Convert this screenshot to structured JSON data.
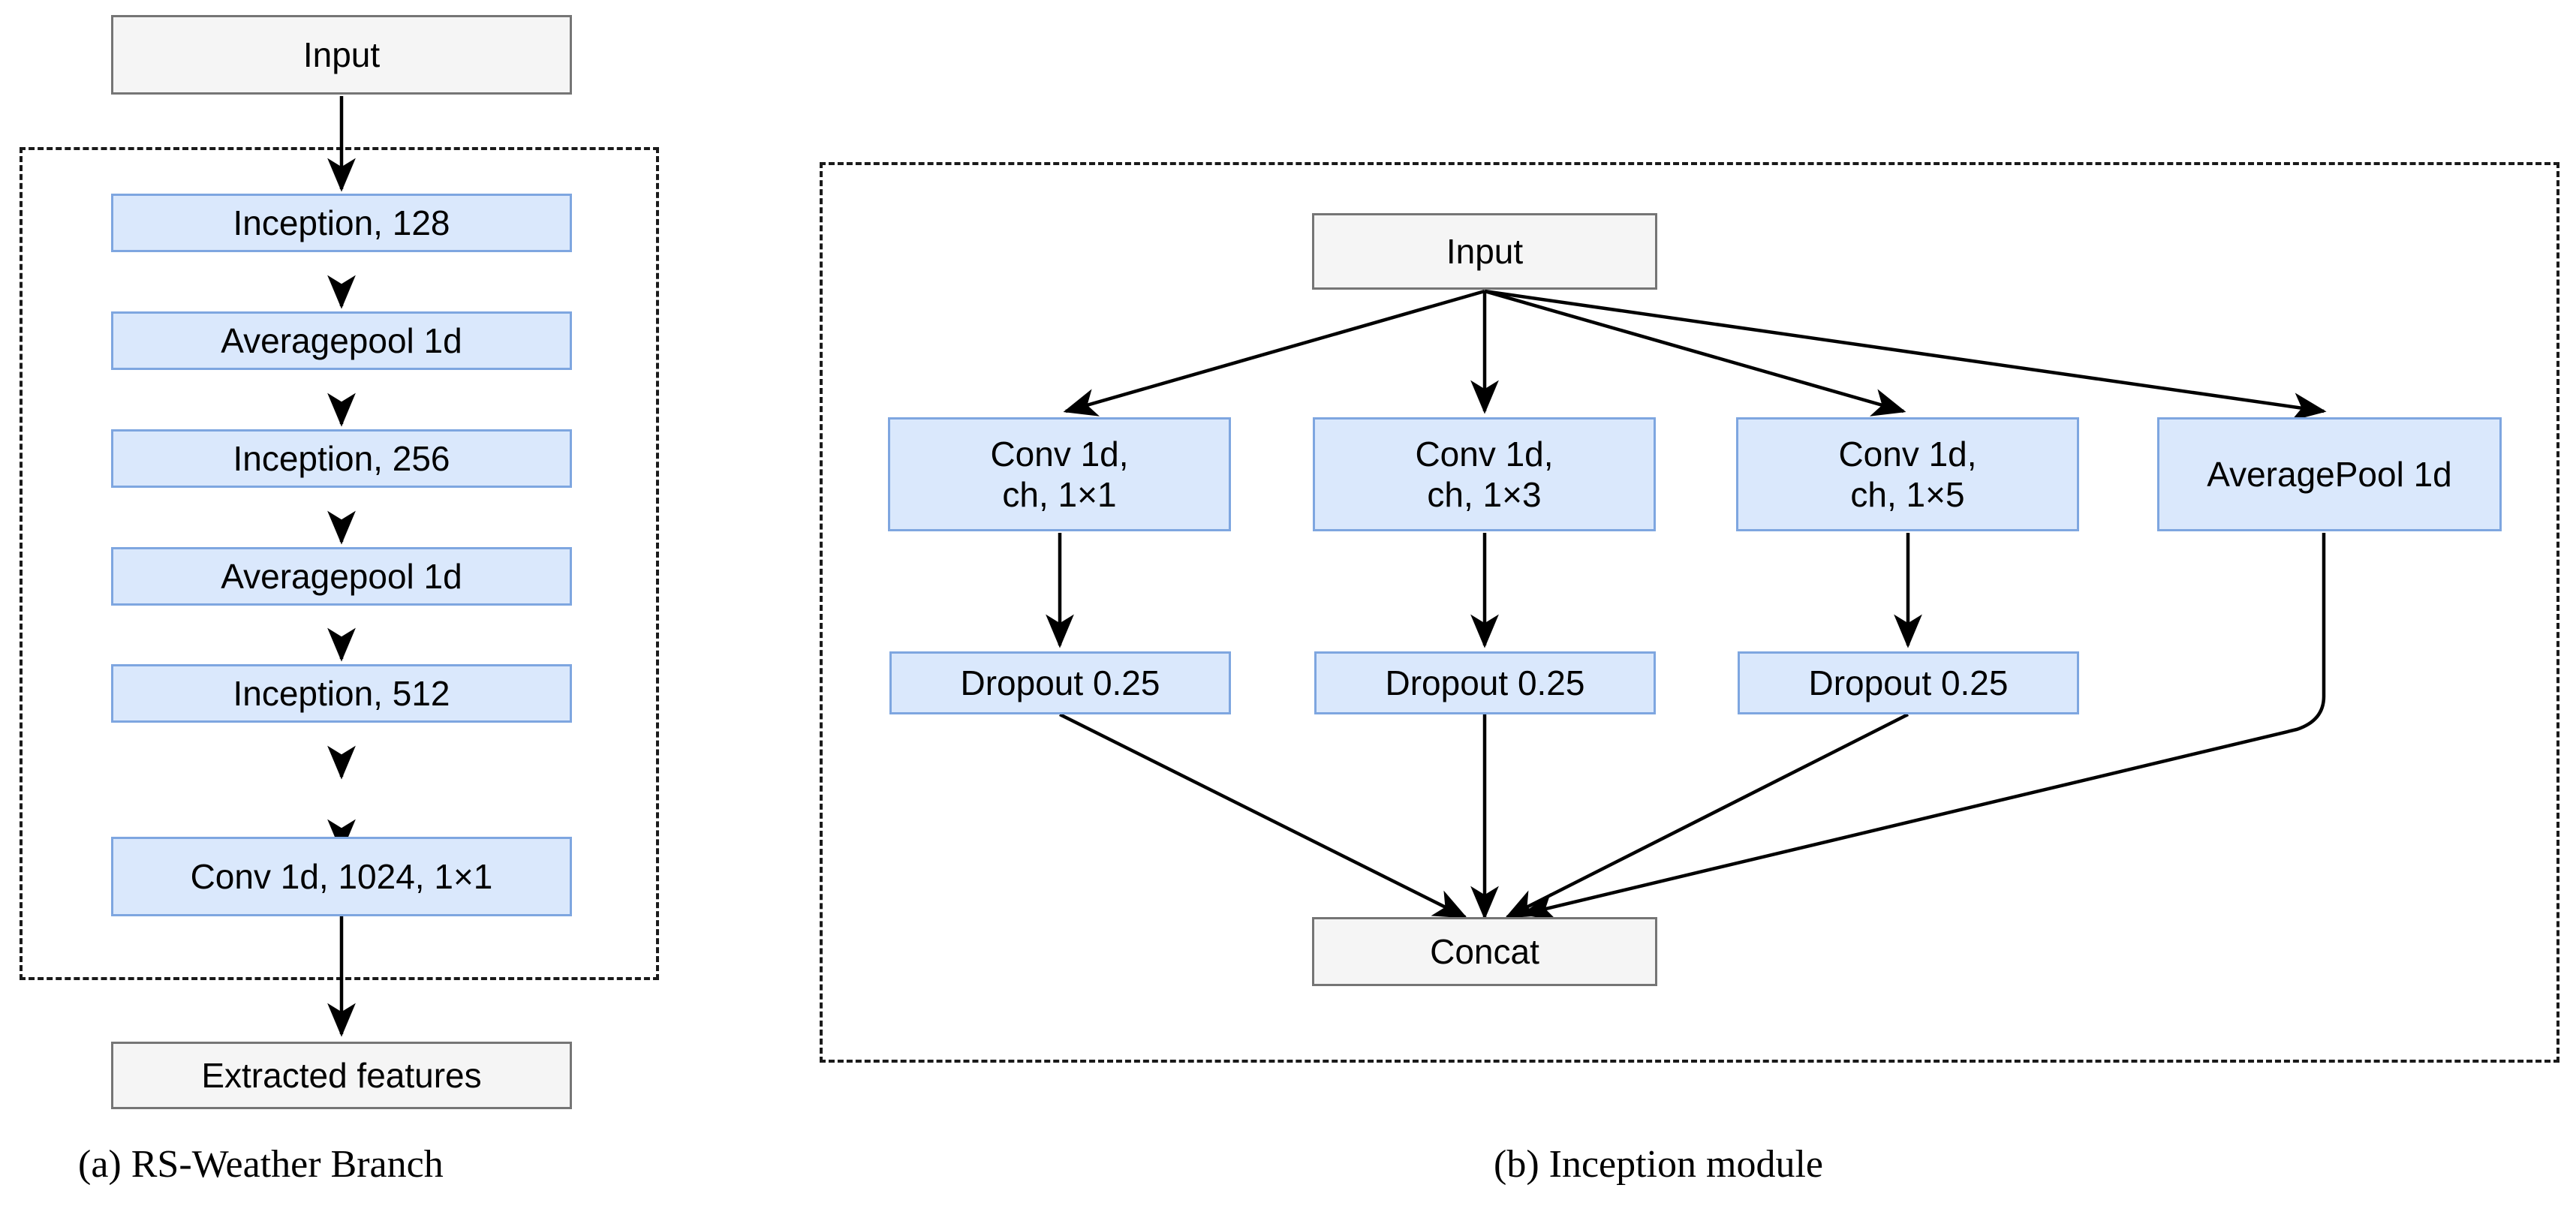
{
  "figure": {
    "panels": [
      {
        "id": "a",
        "caption": "(a) RS-Weather Branch",
        "nodes": {
          "input": "Input",
          "inception128": "Inception, 128",
          "avgpool1": "Averagepool 1d",
          "inception256": "Inception, 256",
          "avgpool2": "Averagepool 1d",
          "inception512": "Inception, 512",
          "conv1024": "Conv 1d, 1024, 1×1",
          "extracted": "Extracted features"
        }
      },
      {
        "id": "b",
        "caption": "(b) Inception module",
        "nodes": {
          "input": "Input",
          "conv1x1": "Conv 1d,\nch, 1×1",
          "conv1x3": "Conv 1d,\nch, 1×3",
          "conv1x5": "Conv 1d,\nch, 1×5",
          "avgpool": "AveragePool 1d",
          "dropout1": "Dropout 0.25",
          "dropout2": "Dropout 0.25",
          "dropout3": "Dropout 0.25",
          "concat": "Concat"
        }
      }
    ]
  },
  "colors": {
    "blue_fill": "#dae8fc",
    "blue_stroke": "#7ea6e0",
    "grey_fill": "#f5f5f5",
    "grey_stroke": "#757575",
    "edge": "#000000",
    "dashed_frame": "#1a1a1a",
    "page_background": "#ffffff"
  }
}
